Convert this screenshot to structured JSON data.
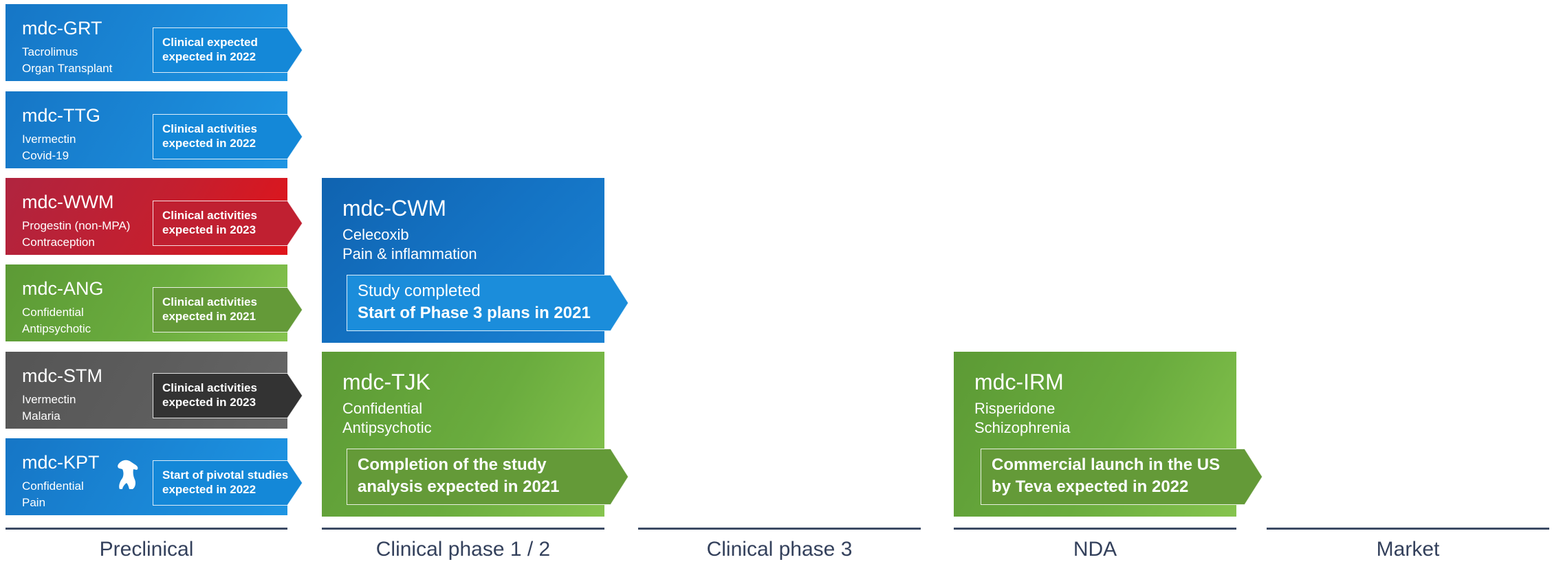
{
  "preclinical_cards": [
    {
      "code": "mdc-GRT",
      "sub1": "Tacrolimus",
      "sub2": "Organ Transplant",
      "arrow1": "Clinical expected",
      "arrow2": "expected in 2022",
      "color": "#1a87d6"
    },
    {
      "code": "mdc-TTG",
      "sub1": "Ivermectin",
      "sub2": "Covid-19",
      "arrow1": "Clinical activities",
      "arrow2": "expected in 2022",
      "color": "#1a87d6"
    },
    {
      "code": "mdc-WWM",
      "sub1": "Progestin (non-MPA)",
      "sub2": "Contraception",
      "arrow1": "Clinical activities",
      "arrow2": "expected in 2023",
      "color": "#c41f2f"
    },
    {
      "code": "mdc-ANG",
      "sub1": "Confidential",
      "sub2": "Antipsychotic",
      "arrow1": "Clinical activities",
      "arrow2": "expected in 2021",
      "color": "#6aac3e"
    },
    {
      "code": "mdc-STM",
      "sub1": "Ivermectin",
      "sub2": "Malaria",
      "arrow1": "Clinical activities",
      "arrow2": "expected in 2023",
      "color": "#5e5e5e"
    },
    {
      "code": "mdc-KPT",
      "sub1": "Confidential",
      "sub2": "Pain",
      "arrow1": "Start of pivotal studies",
      "arrow2": "expected in 2022",
      "color": "#1a87d6",
      "icon": "dog-icon"
    }
  ],
  "clinical_cards": [
    {
      "code": "mdc-CWM",
      "sub1": "Celecoxib",
      "sub2": "Pain & inflammation",
      "arrow1": "Study completed",
      "arrow2": "Start of Phase 3 plans in 2021",
      "color": "#1473c4"
    },
    {
      "code": "mdc-TJK",
      "sub1": "Confidential",
      "sub2": "Antipsychotic",
      "arrow1": "Completion of the study",
      "arrow2": "analysis expected in 2021",
      "color": "#6aac3e"
    }
  ],
  "nda_cards": [
    {
      "code": "mdc-IRM",
      "sub1": "Risperidone",
      "sub2": "Schizophrenia",
      "arrow1": "Commercial launch in the US",
      "arrow2": "by Teva expected in 2022",
      "color": "#6aac3e"
    }
  ],
  "phases": [
    "Preclinical",
    "Clinical phase 1 / 2",
    "Clinical phase 3",
    "NDA",
    "Market"
  ],
  "colors": {
    "blue": "#1a87d6",
    "red": "#c41f2f",
    "green": "#6aac3e",
    "grey": "#5e5e5e",
    "dark_blue": "#1473c4",
    "arrow_blue": "#1488d8",
    "arrow_green": "#649a38",
    "arrow_dark": "#333333",
    "axis": "#3b4a64"
  }
}
